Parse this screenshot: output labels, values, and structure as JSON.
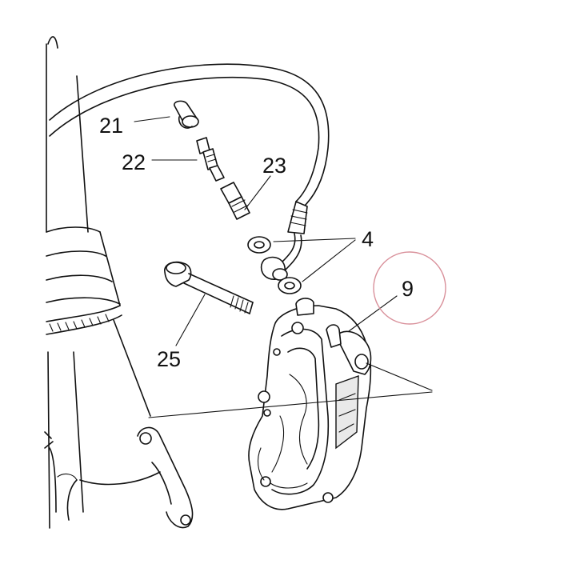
{
  "diagram": {
    "callouts": [
      {
        "id": "21",
        "text": "21"
      },
      {
        "id": "22",
        "text": "22"
      },
      {
        "id": "23",
        "text": "23"
      },
      {
        "id": "4",
        "text": "4"
      },
      {
        "id": "9",
        "text": "9"
      },
      {
        "id": "25",
        "text": "25"
      }
    ],
    "highlight_circle_color": "#d9919b",
    "line_color": "#111111"
  }
}
